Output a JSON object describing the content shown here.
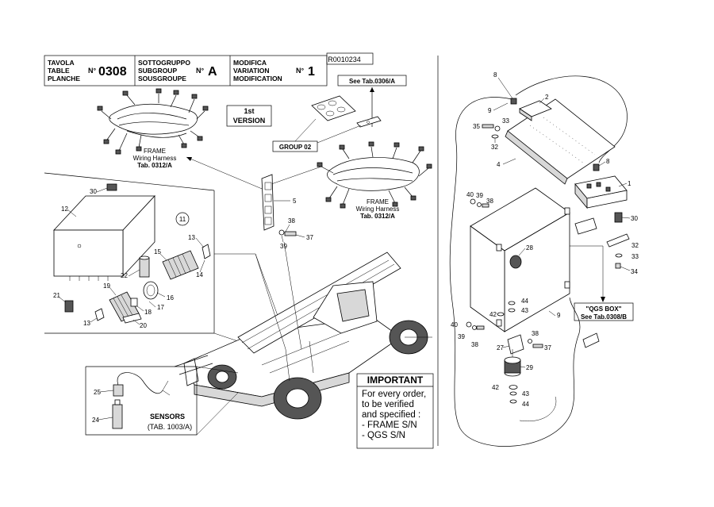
{
  "header": {
    "table_labels": [
      "TAVOLA",
      "TABLE",
      "PLANCHE"
    ],
    "table_no_label": "N°",
    "table_no": "0308",
    "subgroup_labels": [
      "SOTTOGRUPPO",
      "SUBGROUP",
      "SOUSGROUPE"
    ],
    "subgroup_no_label": "N°",
    "subgroup_no": "A",
    "variation_labels": [
      "MODIFICA",
      "VARIATION",
      "MODIFICATION"
    ],
    "variation_no_label": "N°",
    "variation_no": "1",
    "ref_code": "R0010234"
  },
  "version_box": [
    "1st",
    "VERSION"
  ],
  "see_tab_top": "See Tab.0306/A",
  "group_box": "GROUP 02",
  "frame_harness_left": [
    "FRAME",
    "Wiring Harness",
    "Tab. 0312/A"
  ],
  "frame_harness_right": [
    "FRAME",
    "Wiring Harness",
    "Tab. 0312/A"
  ],
  "detail_circle": "11",
  "sensors": {
    "title": "SENSORS",
    "ref": "(TAB. 1003/A)"
  },
  "important": {
    "title": "IMPORTANT",
    "lines": [
      "For every order,",
      "to be verified",
      "and specified :",
      "- FRAME S/N",
      "- QGS S/N"
    ]
  },
  "qgs_box": [
    "\"QGS BOX\"",
    "See Tab.0308/B"
  ],
  "callouts": {
    "c1": "1",
    "c2": "2",
    "c4": "4",
    "c5": "5",
    "c8a": "8",
    "c8b": "8",
    "c9a": "9",
    "c9b": "9",
    "c12": "12",
    "c13a": "13",
    "c13b": "13",
    "c14": "14",
    "c15": "15",
    "c16": "16",
    "c17": "17",
    "c18": "18",
    "c19": "19",
    "c20": "20",
    "c21": "21",
    "c22": "22",
    "c24": "24",
    "c25": "25",
    "c27": "27",
    "c28": "28",
    "c29": "29",
    "c30a": "30",
    "c30b": "30",
    "c32a": "32",
    "c32b": "32",
    "c33a": "33",
    "c33b": "33",
    "c34": "34",
    "c35": "35",
    "c37a": "37",
    "c37b": "37",
    "c38a": "38",
    "c38b": "38",
    "c38c": "38",
    "c38d": "38",
    "c39a": "39",
    "c39b": "39",
    "c39c": "39",
    "c40a": "40",
    "c40b": "40",
    "c42a": "42",
    "c42b": "42",
    "c43a": "43",
    "c43b": "43",
    "c44a": "44",
    "c44b": "44"
  }
}
